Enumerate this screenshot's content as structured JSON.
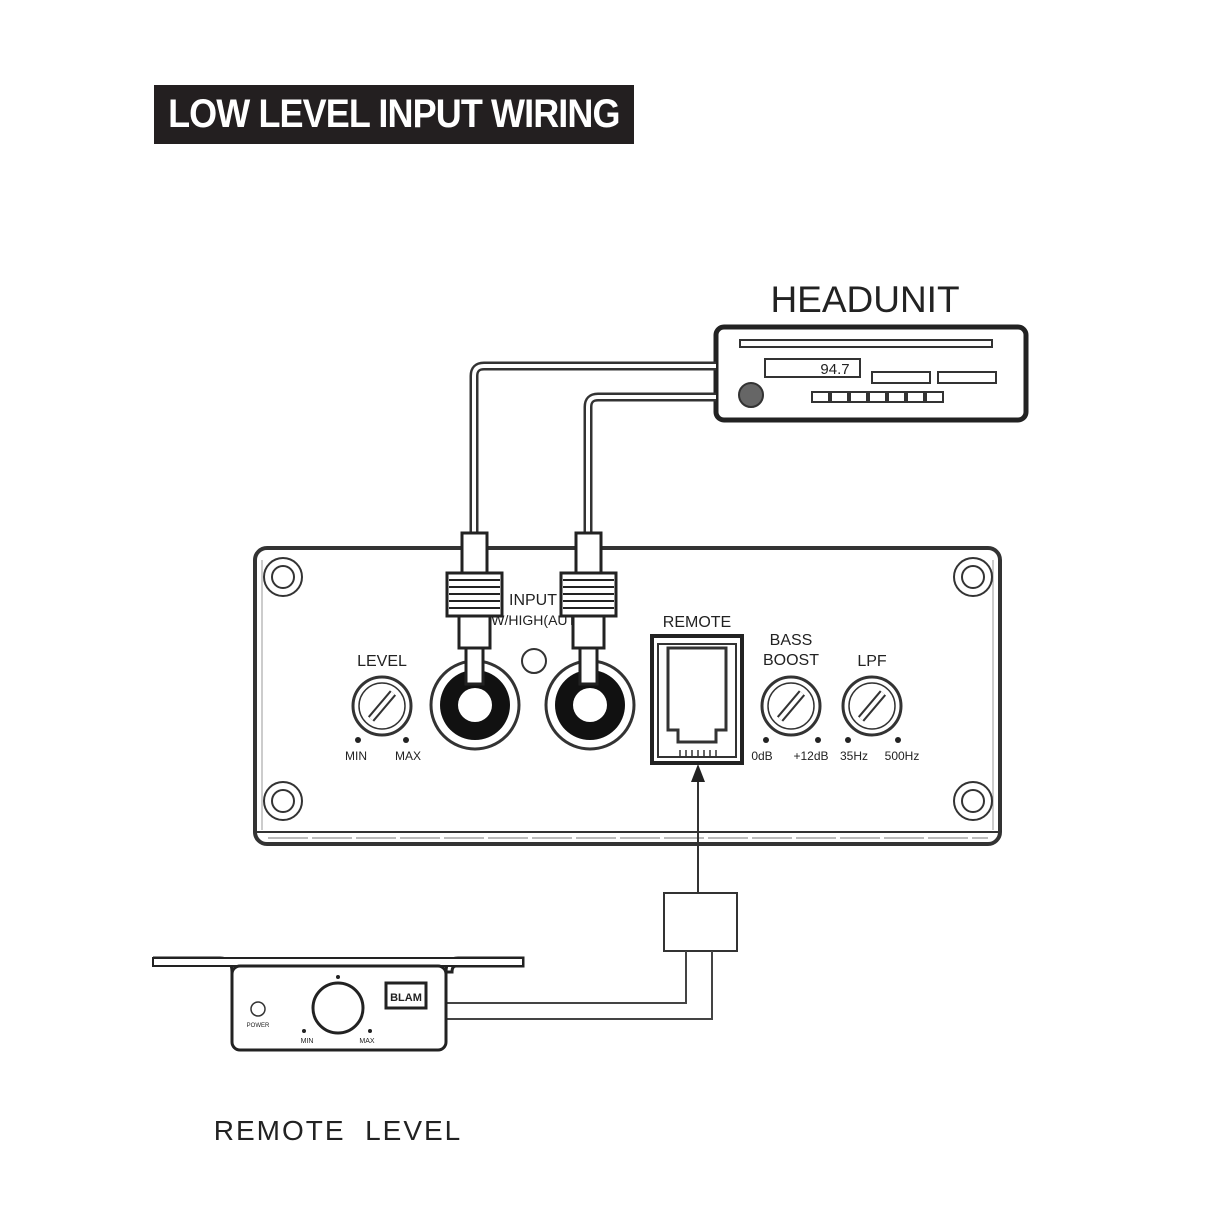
{
  "title": "LOW LEVEL INPUT WIRING",
  "headunit": {
    "label": "HEADUNIT",
    "display": "94.7"
  },
  "amplifier": {
    "input_label": "INPUT",
    "input_sub": "LOW/HIGH(AUTO)",
    "remote_label": "REMOTE",
    "level_label": "LEVEL",
    "level_min": "MIN",
    "level_max": "MAX",
    "bass_label_1": "BASS",
    "bass_label_2": "BOOST",
    "bass_min": "0dB",
    "bass_max": "+12dB",
    "lpf_label": "LPF",
    "lpf_min": "35Hz",
    "lpf_max": "500Hz"
  },
  "remote_level": {
    "label": "REMOTE  LEVEL",
    "brand": "BLAM",
    "power": "POWER",
    "min": "MIN",
    "max": "MAX"
  }
}
